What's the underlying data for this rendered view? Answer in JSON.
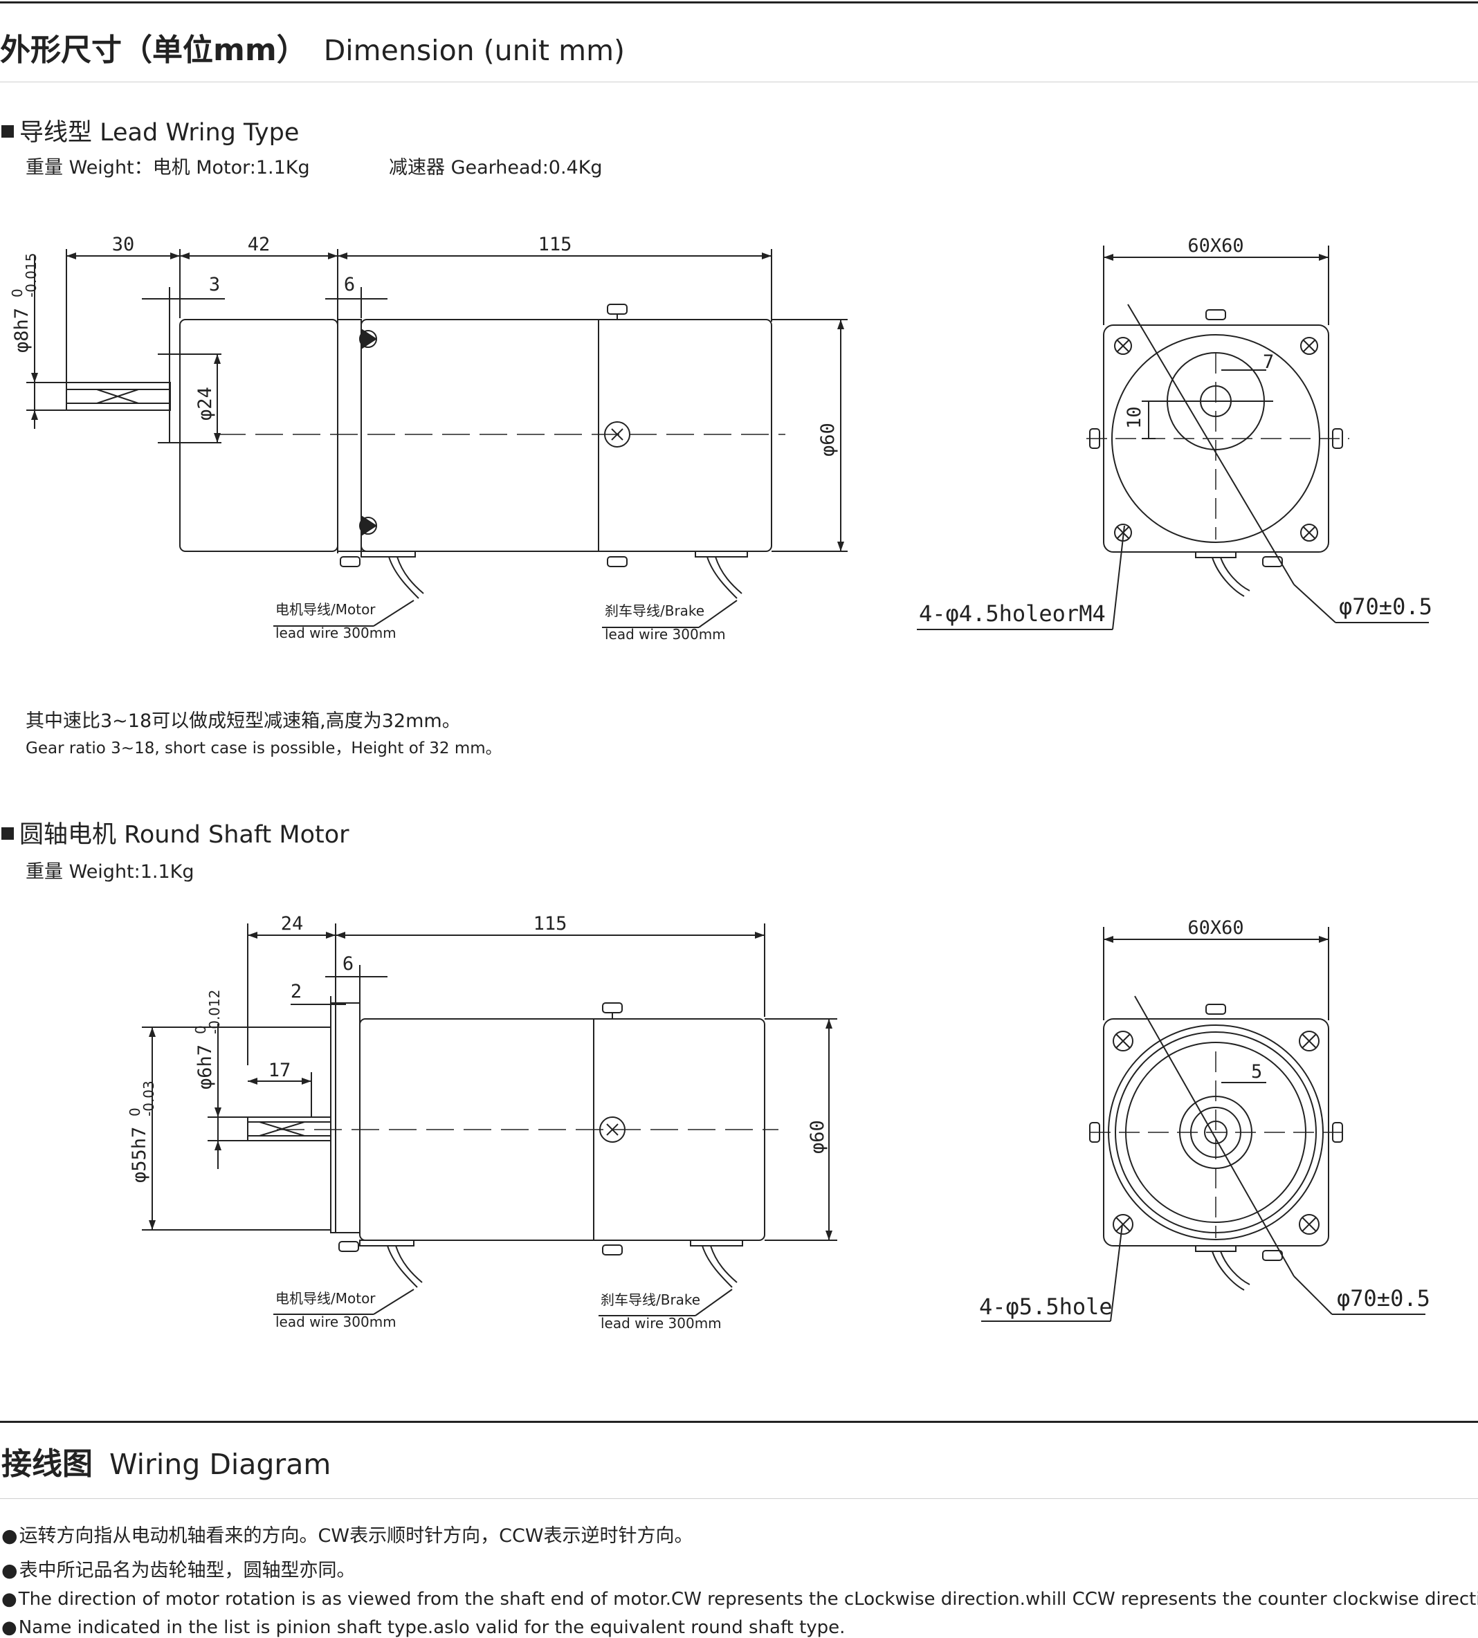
{
  "dimension_section": {
    "title_cn": "外形尺寸（单位mm）",
    "title_en": "Dimension (unit mm)"
  },
  "lead_wiring": {
    "heading": "导线型 Lead Wring Type",
    "weight_motor": "重量 Weight：电机 Motor:1.1Kg",
    "weight_gearhead": "减速器 Gearhead:0.4Kg",
    "dims": {
      "d30": "30",
      "d42": "42",
      "d115": "115",
      "d3": "3",
      "d6": "6",
      "shaft": "φ8h7",
      "tol_top": "0",
      "tol_bot": "-0.015",
      "d24": "φ24",
      "d60": "φ60",
      "sq": "60X60",
      "d7": "7",
      "d10": "10",
      "hole": "4-φ4.5holeorM4",
      "pcd": "φ70±0.5"
    },
    "motor_wire_1": "电机导线/Motor",
    "motor_wire_2": "lead wire 300mm",
    "brake_wire_1": "刹车导线/Brake",
    "brake_wire_2": "lead wire 300mm",
    "note_cn": "其中速比3~18可以做成短型减速箱,高度为32mm。",
    "note_en": "Gear ratio 3~18, short case is possible，Height of 32 mm。"
  },
  "round_shaft": {
    "heading": "圆轴电机 Round Shaft Motor",
    "weight": "重量 Weight:1.1Kg",
    "dims": {
      "d24": "24",
      "d115": "115",
      "d6": "6",
      "d2": "2",
      "d17": "17",
      "shaft": "φ6h7",
      "shaft_tol_top": "0",
      "shaft_tol_bot": "-0.012",
      "pilot": "φ55h7",
      "pilot_tol_top": "0",
      "pilot_tol_bot": "-0.03",
      "d60": "φ60",
      "sq": "60X60",
      "d5": "5",
      "hole": "4-φ5.5hole",
      "pcd": "φ70±0.5"
    },
    "motor_wire_1": "电机导线/Motor",
    "motor_wire_2": "lead wire 300mm",
    "brake_wire_1": "刹车导线/Brake",
    "brake_wire_2": "lead wire 300mm"
  },
  "wiring_section": {
    "title_cn": "接线图",
    "title_en": "Wiring Diagram",
    "bullets": [
      "运转方向指从电动机轴看来的方向。CW表示顺时针方向，CCW表示逆时针方向。",
      "表中所记品名为齿轮轴型，圆轴型亦同。",
      "The direction of motor rotation is as viewed from the shaft end of motor.CW represents the cLockwise direction.whill CCW represents the counter clockwise direction.",
      "Name indicated in the list is pinion shaft type.aslo valid for the equivalent round shaft type."
    ]
  }
}
